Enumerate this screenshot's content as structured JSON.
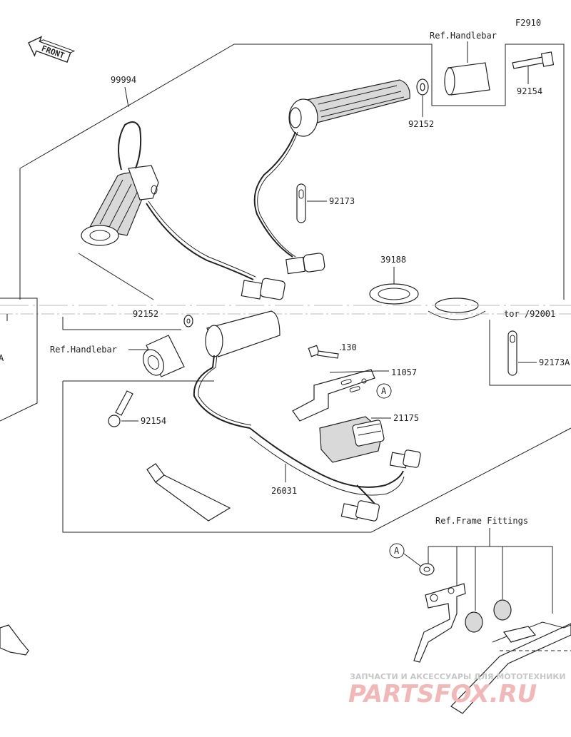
{
  "figure_code": "F2910",
  "front_arrow": "FRONT",
  "labels": {
    "kit": "99994",
    "ref_handlebar_top": "Ref.Handlebar",
    "ref_handlebar_left": "Ref.Handlebar",
    "ref_frame": "Ref.Frame Fittings",
    "bolt_top": "92154",
    "bolt_left": "92154",
    "washer": "92152",
    "clip_center": "92173",
    "clip_right": "92173A",
    "grommet": "39188",
    "bolt_130": "130",
    "bracket": "11057",
    "controller": "21175",
    "harness": "26031",
    "marker_a1": "A",
    "marker_a2": "A",
    "edge_left_a": "A",
    "cut_left": "92152",
    "cut_right": "tor  /92001"
  },
  "watermark": {
    "top": "ЗАПЧАСТИ И АКСЕССУАРЫ ДЛЯ МОТОТЕХНИКИ",
    "brand": "PARTSFOX.RU"
  },
  "colors": {
    "line": "#222222",
    "watermark": "#f2b8b8"
  }
}
